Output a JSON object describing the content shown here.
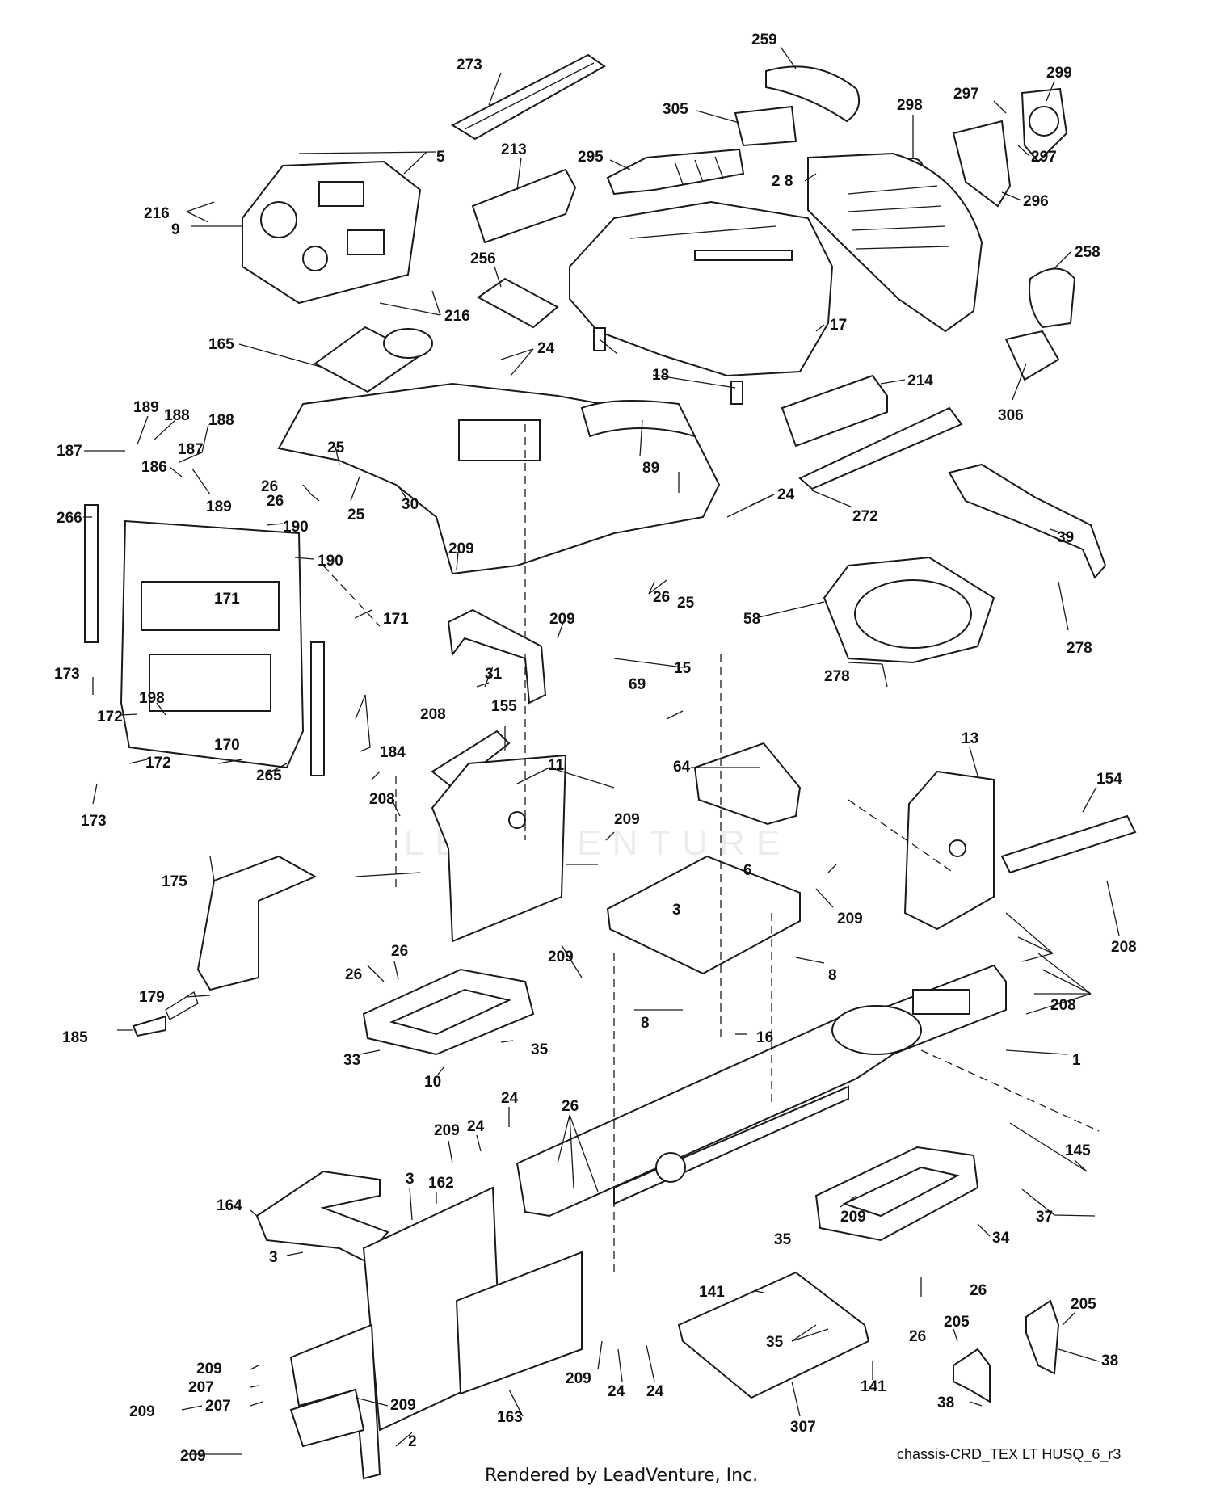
{
  "diagram": {
    "drawing_code": "chassis-CRD_TEX LT HUSQ_6_r3",
    "footer": "Rendered by LeadVenture, Inc.",
    "watermark": "LEADVENTURE",
    "callouts": [
      {
        "id": "c273",
        "text": "273"
      },
      {
        "id": "c259",
        "text": "259"
      },
      {
        "id": "c299",
        "text": "299"
      },
      {
        "id": "c305",
        "text": "305"
      },
      {
        "id": "c297a",
        "text": "297"
      },
      {
        "id": "c298",
        "text": "298"
      },
      {
        "id": "c297b",
        "text": "297"
      },
      {
        "id": "c213",
        "text": "213"
      },
      {
        "id": "c295",
        "text": "295"
      },
      {
        "id": "c28",
        "text": "2 8"
      },
      {
        "id": "c296",
        "text": "296"
      },
      {
        "id": "c5",
        "text": "5"
      },
      {
        "id": "c216a",
        "text": "216"
      },
      {
        "id": "c9",
        "text": "9"
      },
      {
        "id": "c256",
        "text": "256"
      },
      {
        "id": "c258",
        "text": "258"
      },
      {
        "id": "c216b",
        "text": "216"
      },
      {
        "id": "c17",
        "text": "17"
      },
      {
        "id": "c165",
        "text": "165"
      },
      {
        "id": "c24a",
        "text": "24"
      },
      {
        "id": "c306",
        "text": "306"
      },
      {
        "id": "c18",
        "text": "18"
      },
      {
        "id": "c214",
        "text": "214"
      },
      {
        "id": "c189a",
        "text": "189"
      },
      {
        "id": "c188a",
        "text": "188"
      },
      {
        "id": "c188b",
        "text": "188"
      },
      {
        "id": "c187a",
        "text": "187"
      },
      {
        "id": "c187b",
        "text": "187"
      },
      {
        "id": "c186",
        "text": "186"
      },
      {
        "id": "c25a",
        "text": "25"
      },
      {
        "id": "c89",
        "text": "89"
      },
      {
        "id": "c189b",
        "text": "189"
      },
      {
        "id": "c26a",
        "text": "26"
      },
      {
        "id": "c26b",
        "text": "26"
      },
      {
        "id": "c25b",
        "text": "25"
      },
      {
        "id": "c30",
        "text": "30"
      },
      {
        "id": "c24b",
        "text": "24"
      },
      {
        "id": "c272",
        "text": "272"
      },
      {
        "id": "c266",
        "text": "266"
      },
      {
        "id": "c190a",
        "text": "190"
      },
      {
        "id": "c39",
        "text": "39"
      },
      {
        "id": "c209a",
        "text": "209"
      },
      {
        "id": "c190b",
        "text": "190"
      },
      {
        "id": "c171a",
        "text": "171"
      },
      {
        "id": "c26c",
        "text": "26"
      },
      {
        "id": "c25c",
        "text": "25"
      },
      {
        "id": "c278a",
        "text": "278"
      },
      {
        "id": "c171b",
        "text": "171"
      },
      {
        "id": "c209b",
        "text": "209"
      },
      {
        "id": "c58",
        "text": "58"
      },
      {
        "id": "c173a",
        "text": "173"
      },
      {
        "id": "c198",
        "text": "198"
      },
      {
        "id": "c172a",
        "text": "172"
      },
      {
        "id": "c31",
        "text": "31"
      },
      {
        "id": "c69",
        "text": "69"
      },
      {
        "id": "c15",
        "text": "15"
      },
      {
        "id": "c278b",
        "text": "278"
      },
      {
        "id": "c208a",
        "text": "208"
      },
      {
        "id": "c155",
        "text": "155"
      },
      {
        "id": "c184",
        "text": "184"
      },
      {
        "id": "c170",
        "text": "170"
      },
      {
        "id": "c172b",
        "text": "172"
      },
      {
        "id": "c265",
        "text": "265"
      },
      {
        "id": "c11",
        "text": "11"
      },
      {
        "id": "c64",
        "text": "64"
      },
      {
        "id": "c13",
        "text": "13"
      },
      {
        "id": "c154",
        "text": "154"
      },
      {
        "id": "c208b",
        "text": "208"
      },
      {
        "id": "c173b",
        "text": "173"
      },
      {
        "id": "c209c",
        "text": "209"
      },
      {
        "id": "c6",
        "text": "6"
      },
      {
        "id": "c3a",
        "text": "3"
      },
      {
        "id": "c209d",
        "text": "209"
      },
      {
        "id": "c208c",
        "text": "208"
      },
      {
        "id": "c175",
        "text": "175"
      },
      {
        "id": "c26d",
        "text": "26"
      },
      {
        "id": "c209e",
        "text": "209"
      },
      {
        "id": "c26e",
        "text": "26"
      },
      {
        "id": "c8a",
        "text": "8"
      },
      {
        "id": "c208d",
        "text": "208"
      },
      {
        "id": "c179",
        "text": "179"
      },
      {
        "id": "c8b",
        "text": "8"
      },
      {
        "id": "c16",
        "text": "16"
      },
      {
        "id": "c185",
        "text": "185"
      },
      {
        "id": "c35a",
        "text": "35"
      },
      {
        "id": "c33",
        "text": "33"
      },
      {
        "id": "c1",
        "text": "1"
      },
      {
        "id": "c10",
        "text": "10"
      },
      {
        "id": "c24c",
        "text": "24"
      },
      {
        "id": "c26f",
        "text": "26"
      },
      {
        "id": "c24d",
        "text": "24"
      },
      {
        "id": "c209f",
        "text": "209"
      },
      {
        "id": "c145",
        "text": "145"
      },
      {
        "id": "c164",
        "text": "164"
      },
      {
        "id": "c3b",
        "text": "3"
      },
      {
        "id": "c162",
        "text": "162"
      },
      {
        "id": "c209g",
        "text": "209"
      },
      {
        "id": "c37",
        "text": "37"
      },
      {
        "id": "c35b",
        "text": "35"
      },
      {
        "id": "c34",
        "text": "34"
      },
      {
        "id": "c3c",
        "text": "3"
      },
      {
        "id": "c141a",
        "text": "141"
      },
      {
        "id": "c26g",
        "text": "26"
      },
      {
        "id": "c205a",
        "text": "205"
      },
      {
        "id": "c35c",
        "text": "35"
      },
      {
        "id": "c26h",
        "text": "26"
      },
      {
        "id": "c205b",
        "text": "205"
      },
      {
        "id": "c209h",
        "text": "209"
      },
      {
        "id": "c38a",
        "text": "38"
      },
      {
        "id": "c207a",
        "text": "207"
      },
      {
        "id": "c209i",
        "text": "209"
      },
      {
        "id": "c141b",
        "text": "141"
      },
      {
        "id": "c38b",
        "text": "38"
      },
      {
        "id": "c209j",
        "text": "209"
      },
      {
        "id": "c207b",
        "text": "207"
      },
      {
        "id": "c209k",
        "text": "209"
      },
      {
        "id": "c163",
        "text": "163"
      },
      {
        "id": "c24e",
        "text": "24"
      },
      {
        "id": "c24f",
        "text": "24"
      },
      {
        "id": "c2",
        "text": "2"
      },
      {
        "id": "c307",
        "text": "307"
      },
      {
        "id": "c209l",
        "text": "209"
      }
    ]
  }
}
